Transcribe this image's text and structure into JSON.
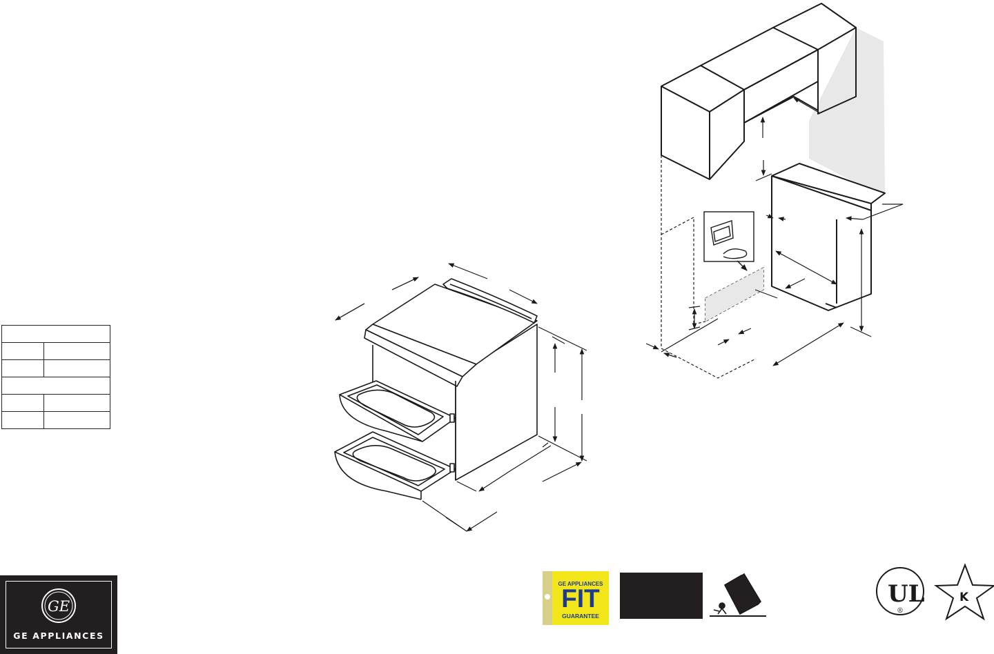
{
  "logo": {
    "brand": "GE APPLIANCES",
    "monogram": "GE"
  },
  "badge": {
    "top_text": "GE APPLIANCES",
    "main_text": "FIT",
    "bottom_text": "GUARANTEE"
  },
  "certifications": {
    "ul_mark": "UL",
    "registered": "®",
    "star_letter": "K"
  },
  "spec_table": {
    "sections": 2,
    "rows_per_section": 2
  },
  "colors": {
    "ink": "#231f20",
    "badge_yellow": "#f2e51a",
    "badge_blue": "#1d3b8c",
    "wall_shade": "#e8e8e8"
  }
}
